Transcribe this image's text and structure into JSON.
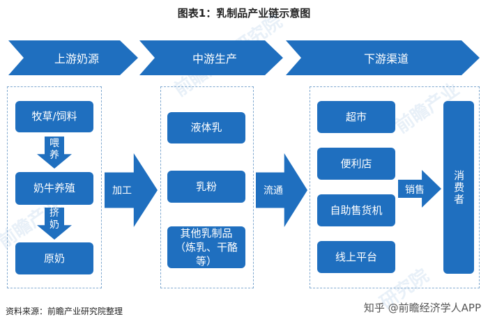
{
  "title": "图表1：乳制品产业链示意图",
  "headers": {
    "upstream": "上游奶源",
    "midstream": "中游生产",
    "downstream": "下游渠道"
  },
  "upstream": {
    "forage": "牧草/饲料",
    "feed_arrow": "喂养",
    "cattle": "奶牛养殖",
    "squeeze_arrow": "挤奶",
    "raw_milk": "原奶"
  },
  "process_arrow": "加工",
  "midstream": {
    "liquid_milk": "液体乳",
    "milk_powder": "乳粉",
    "other_dairy": "其他乳制品（炼乳、干酪等）"
  },
  "circulation_arrow": "流通",
  "downstream": {
    "supermarket": "超市",
    "convenience_store": "便利店",
    "self_service": "自助售货机",
    "online": "线上平台"
  },
  "sales_arrow": "销售",
  "consumer": "消费者",
  "footer": {
    "source": "资料来源：前瞻产业研究院整理",
    "credit": "知乎 @前瞻经济学人APP"
  },
  "colors": {
    "primary": "#1f6fbf",
    "dashed_border": "#7fa8cf"
  }
}
